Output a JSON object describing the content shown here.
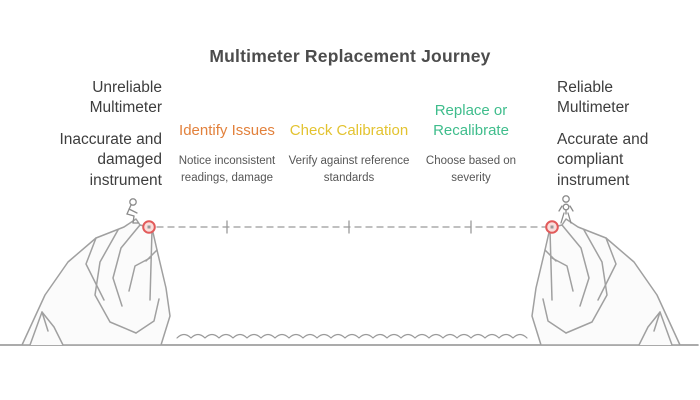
{
  "title": "Multimeter Replacement Journey",
  "left_state": {
    "title": "Unreliable Multimeter",
    "description": "Inaccurate and damaged instrument"
  },
  "right_state": {
    "title": "Reliable Multimeter",
    "description": "Accurate and compliant instrument"
  },
  "steps": [
    {
      "label": "Identify Issues",
      "description": "Notice inconsistent readings, damage",
      "color": "#E2813C"
    },
    {
      "label": "Check Calibration",
      "description": "Verify against reference standards",
      "color": "#E3C330"
    },
    {
      "label": "Replace or Recalibrate",
      "description": "Choose based on severity",
      "color": "#3FBD8C"
    }
  ],
  "colors": {
    "title_text": "#4C4C4C",
    "body_text": "#3D3D3D",
    "subtitle_text": "#565656",
    "outline_gray": "#A0A0A0",
    "rope_gray": "#9A9A9A",
    "anchor_red": "#E25A5A",
    "anchor_fill": "#FADEDC",
    "cliff_fill": "#FBFBFB",
    "background": "#FFFFFF"
  }
}
